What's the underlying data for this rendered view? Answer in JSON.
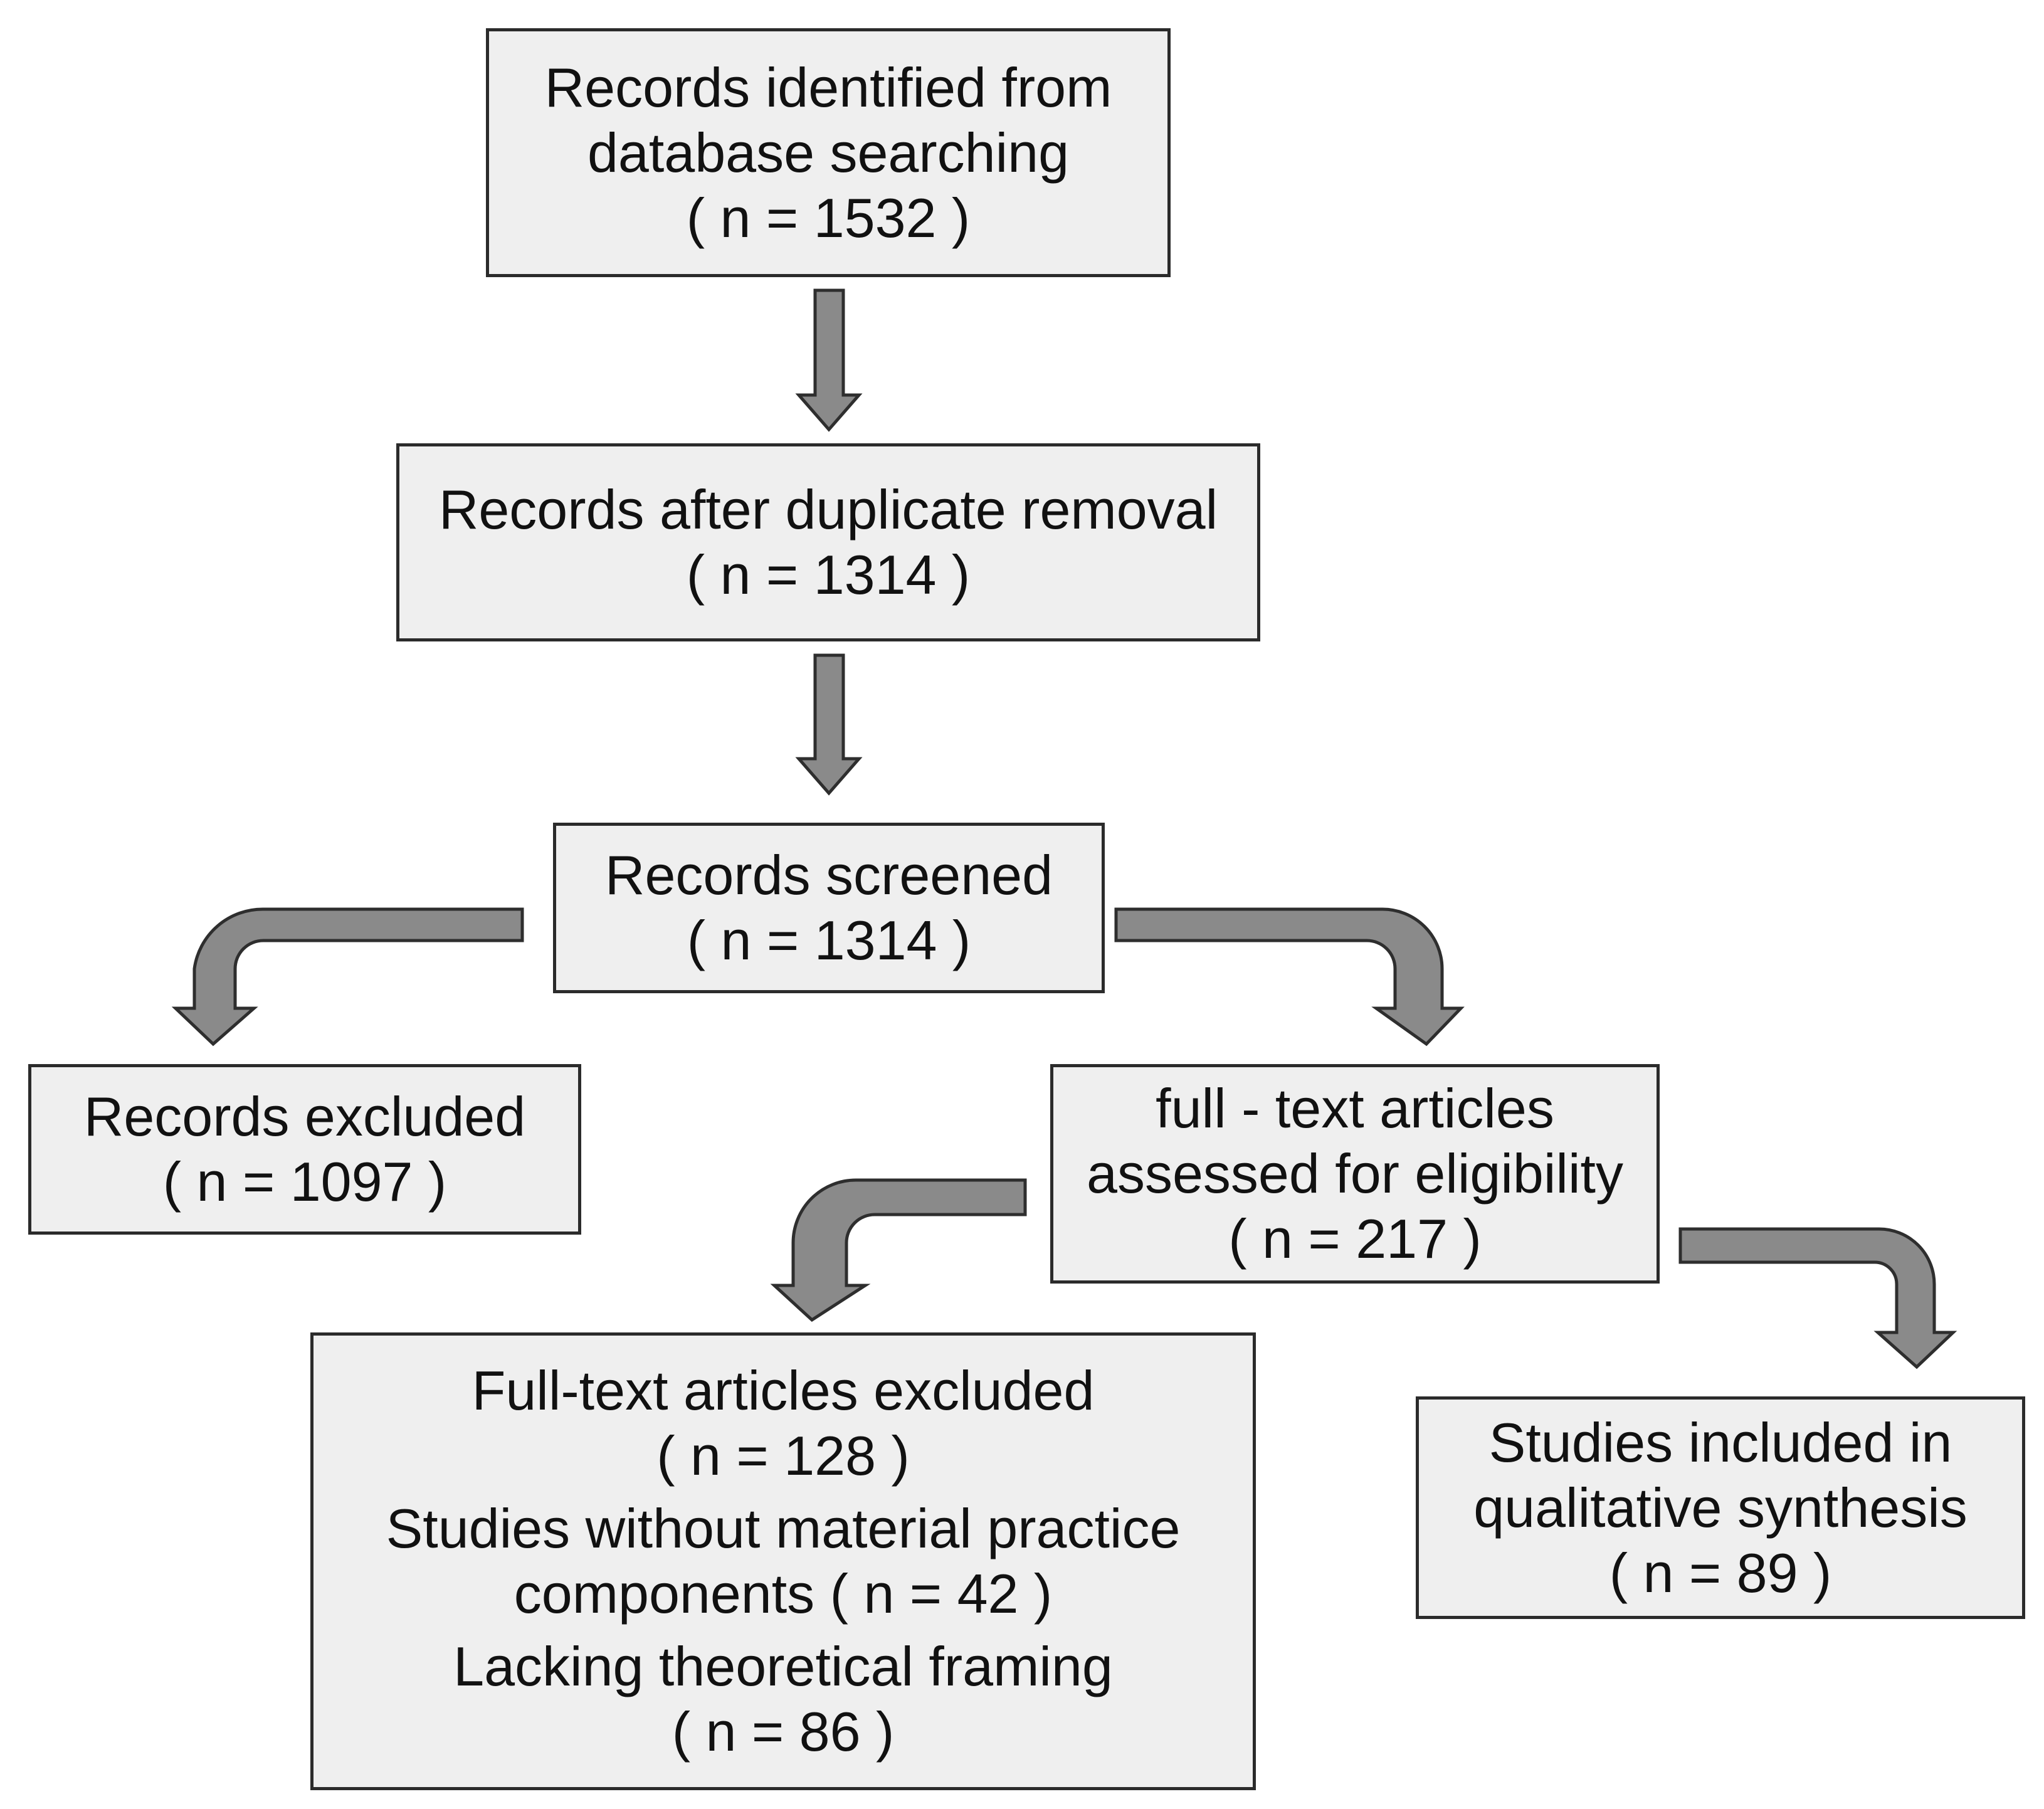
{
  "flowchart": {
    "identified": {
      "line1": "Records identified from",
      "line2": "database searching",
      "count": "( n = 1532 )"
    },
    "deduplicated": {
      "line1": "Records after duplicate removal",
      "count": "( n = 1314 )"
    },
    "screened": {
      "line1": "Records screened",
      "count": "( n = 1314 )"
    },
    "excluded": {
      "line1": "Records excluded",
      "count": "( n = 1097 )"
    },
    "fulltext_assessed": {
      "line1": "full - text articles",
      "line2": "assessed for eligibility",
      "count": "( n = 217 )"
    },
    "fulltext_excluded": {
      "line1": "Full-text articles excluded",
      "count": "( n = 128 )",
      "reason1_line1": "Studies without material practice",
      "reason1_line2": "components ( n = 42 )",
      "reason2_line1": "Lacking theoretical framing",
      "reason2_count": "( n = 86 )"
    },
    "included": {
      "line1": "Studies included in",
      "line2": "qualitative synthesis",
      "count": "( n = 89 )"
    }
  },
  "colors": {
    "box_fill": "#efefef",
    "box_border": "#2b2b2b",
    "arrow_fill": "#8a8a8a",
    "arrow_stroke": "#2e2e2e"
  }
}
